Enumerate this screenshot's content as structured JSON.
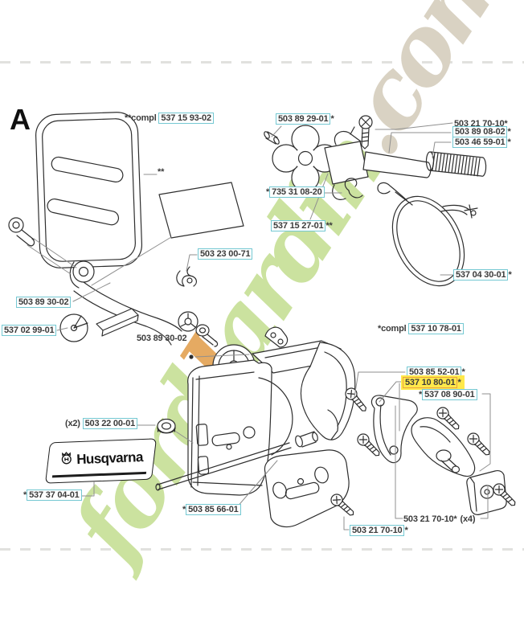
{
  "meta": {
    "section_letter": "A"
  },
  "brand": {
    "name": "Husqvarna"
  },
  "watermark": {
    "ford": "ford",
    "j": "J",
    "ardin": "ardin",
    "dotcom": ".com"
  },
  "colors": {
    "label_box_border": "#74c8d2",
    "highlight_background": "#ffe94a",
    "highlight_box_border": "#eca241",
    "label_text": "#3b3b3b",
    "watermark_green": "#cbe29f",
    "watermark_orange": "#e5aa62",
    "watermark_tan": "#d9d2c3",
    "leader_line": "#8f8f8f"
  },
  "labels": [
    {
      "prefix": "**compl ",
      "number": "537 15 93-02",
      "suffix": ""
    },
    {
      "prefix": "",
      "number": "503 89 29-01",
      "suffix": "*"
    },
    {
      "prefix": "",
      "number": "503 21 70-10*",
      "suffix": ""
    },
    {
      "prefix": "",
      "number": "503 89 08-02",
      "suffix": "*"
    },
    {
      "prefix": "",
      "number": "503 46 59-01",
      "suffix": "*"
    },
    {
      "prefix": "",
      "number": "**",
      "suffix": ""
    },
    {
      "prefix": "*",
      "number": "735 31 08-20",
      "suffix": ""
    },
    {
      "prefix": "",
      "number": "537 15 27-01",
      "suffix": "**"
    },
    {
      "prefix": "",
      "number": "503 23 00-71",
      "suffix": ""
    },
    {
      "prefix": "",
      "number": "537 04 30-01",
      "suffix": "*"
    },
    {
      "prefix": "",
      "number": "503 89 30-02",
      "suffix": ""
    },
    {
      "prefix": "",
      "number": "537 02 99-01",
      "suffix": ""
    },
    {
      "prefix": "",
      "number": "503 89 30-02",
      "suffix": ""
    },
    {
      "prefix": "*compl ",
      "number": "537 10 78-01",
      "suffix": ""
    },
    {
      "prefix": "",
      "number": "503 85 52-01",
      "suffix": "*"
    },
    {
      "prefix": "",
      "number": "537 10 80-01",
      "suffix": "*"
    },
    {
      "prefix": "*",
      "number": "537 08 90-01",
      "suffix": ""
    },
    {
      "prefix": "(x2) ",
      "number": "503 22 00-01",
      "suffix": ""
    },
    {
      "prefix": "*",
      "number": "537 37 04-01",
      "suffix": ""
    },
    {
      "prefix": "*",
      "number": "503 85 66-01",
      "suffix": ""
    },
    {
      "prefix": "",
      "number": "503 21 70-10*",
      "suffix": "(x4)"
    },
    {
      "prefix": "",
      "number": "503 21 70-10",
      "suffix": "*"
    }
  ]
}
